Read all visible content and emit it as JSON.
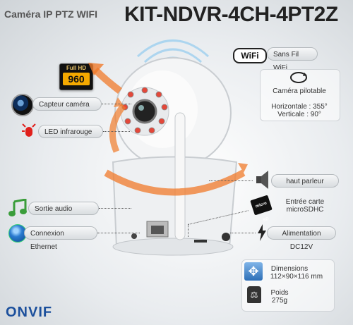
{
  "header": {
    "subtitle": "Caméra IP PTZ WIFI",
    "model": "KIT-NDVR-4CH-4PT2Z"
  },
  "badges": {
    "fullhd_top": "Full HD",
    "fullhd_num": "960",
    "wifi_logo": "WiFi",
    "onvif": "ONVIF"
  },
  "features_left": [
    {
      "label": "Capteur caméra",
      "icon": "camera-lens-icon"
    },
    {
      "label": "LED infrarouge",
      "icon": "infrared-led-icon"
    },
    {
      "label": "Sortie audio",
      "icon": "music-note-icon"
    },
    {
      "label": "Connexion Ethernet",
      "icon": "globe-icon"
    }
  ],
  "features_right": {
    "wifi": "Sans Fil WiFi",
    "ptz_title": "Caméra pilotable",
    "ptz_h": "Horizontale : 355°",
    "ptz_v": "Verticale : 90°",
    "speaker": "haut parleur",
    "sd_line1": "Entrée carte",
    "sd_line2": "microSDHC",
    "sd_icon_text": "micro SD",
    "power": "Alimentation DC12V",
    "dims_title": "Dimensions",
    "dims_value": "112×90×116 mm",
    "weight_title": "Poids",
    "weight_value": "275g"
  },
  "colors": {
    "accent_orange": "#f07a2a",
    "red_led": "#e0201c",
    "onvif_blue": "#1b4f9c"
  }
}
